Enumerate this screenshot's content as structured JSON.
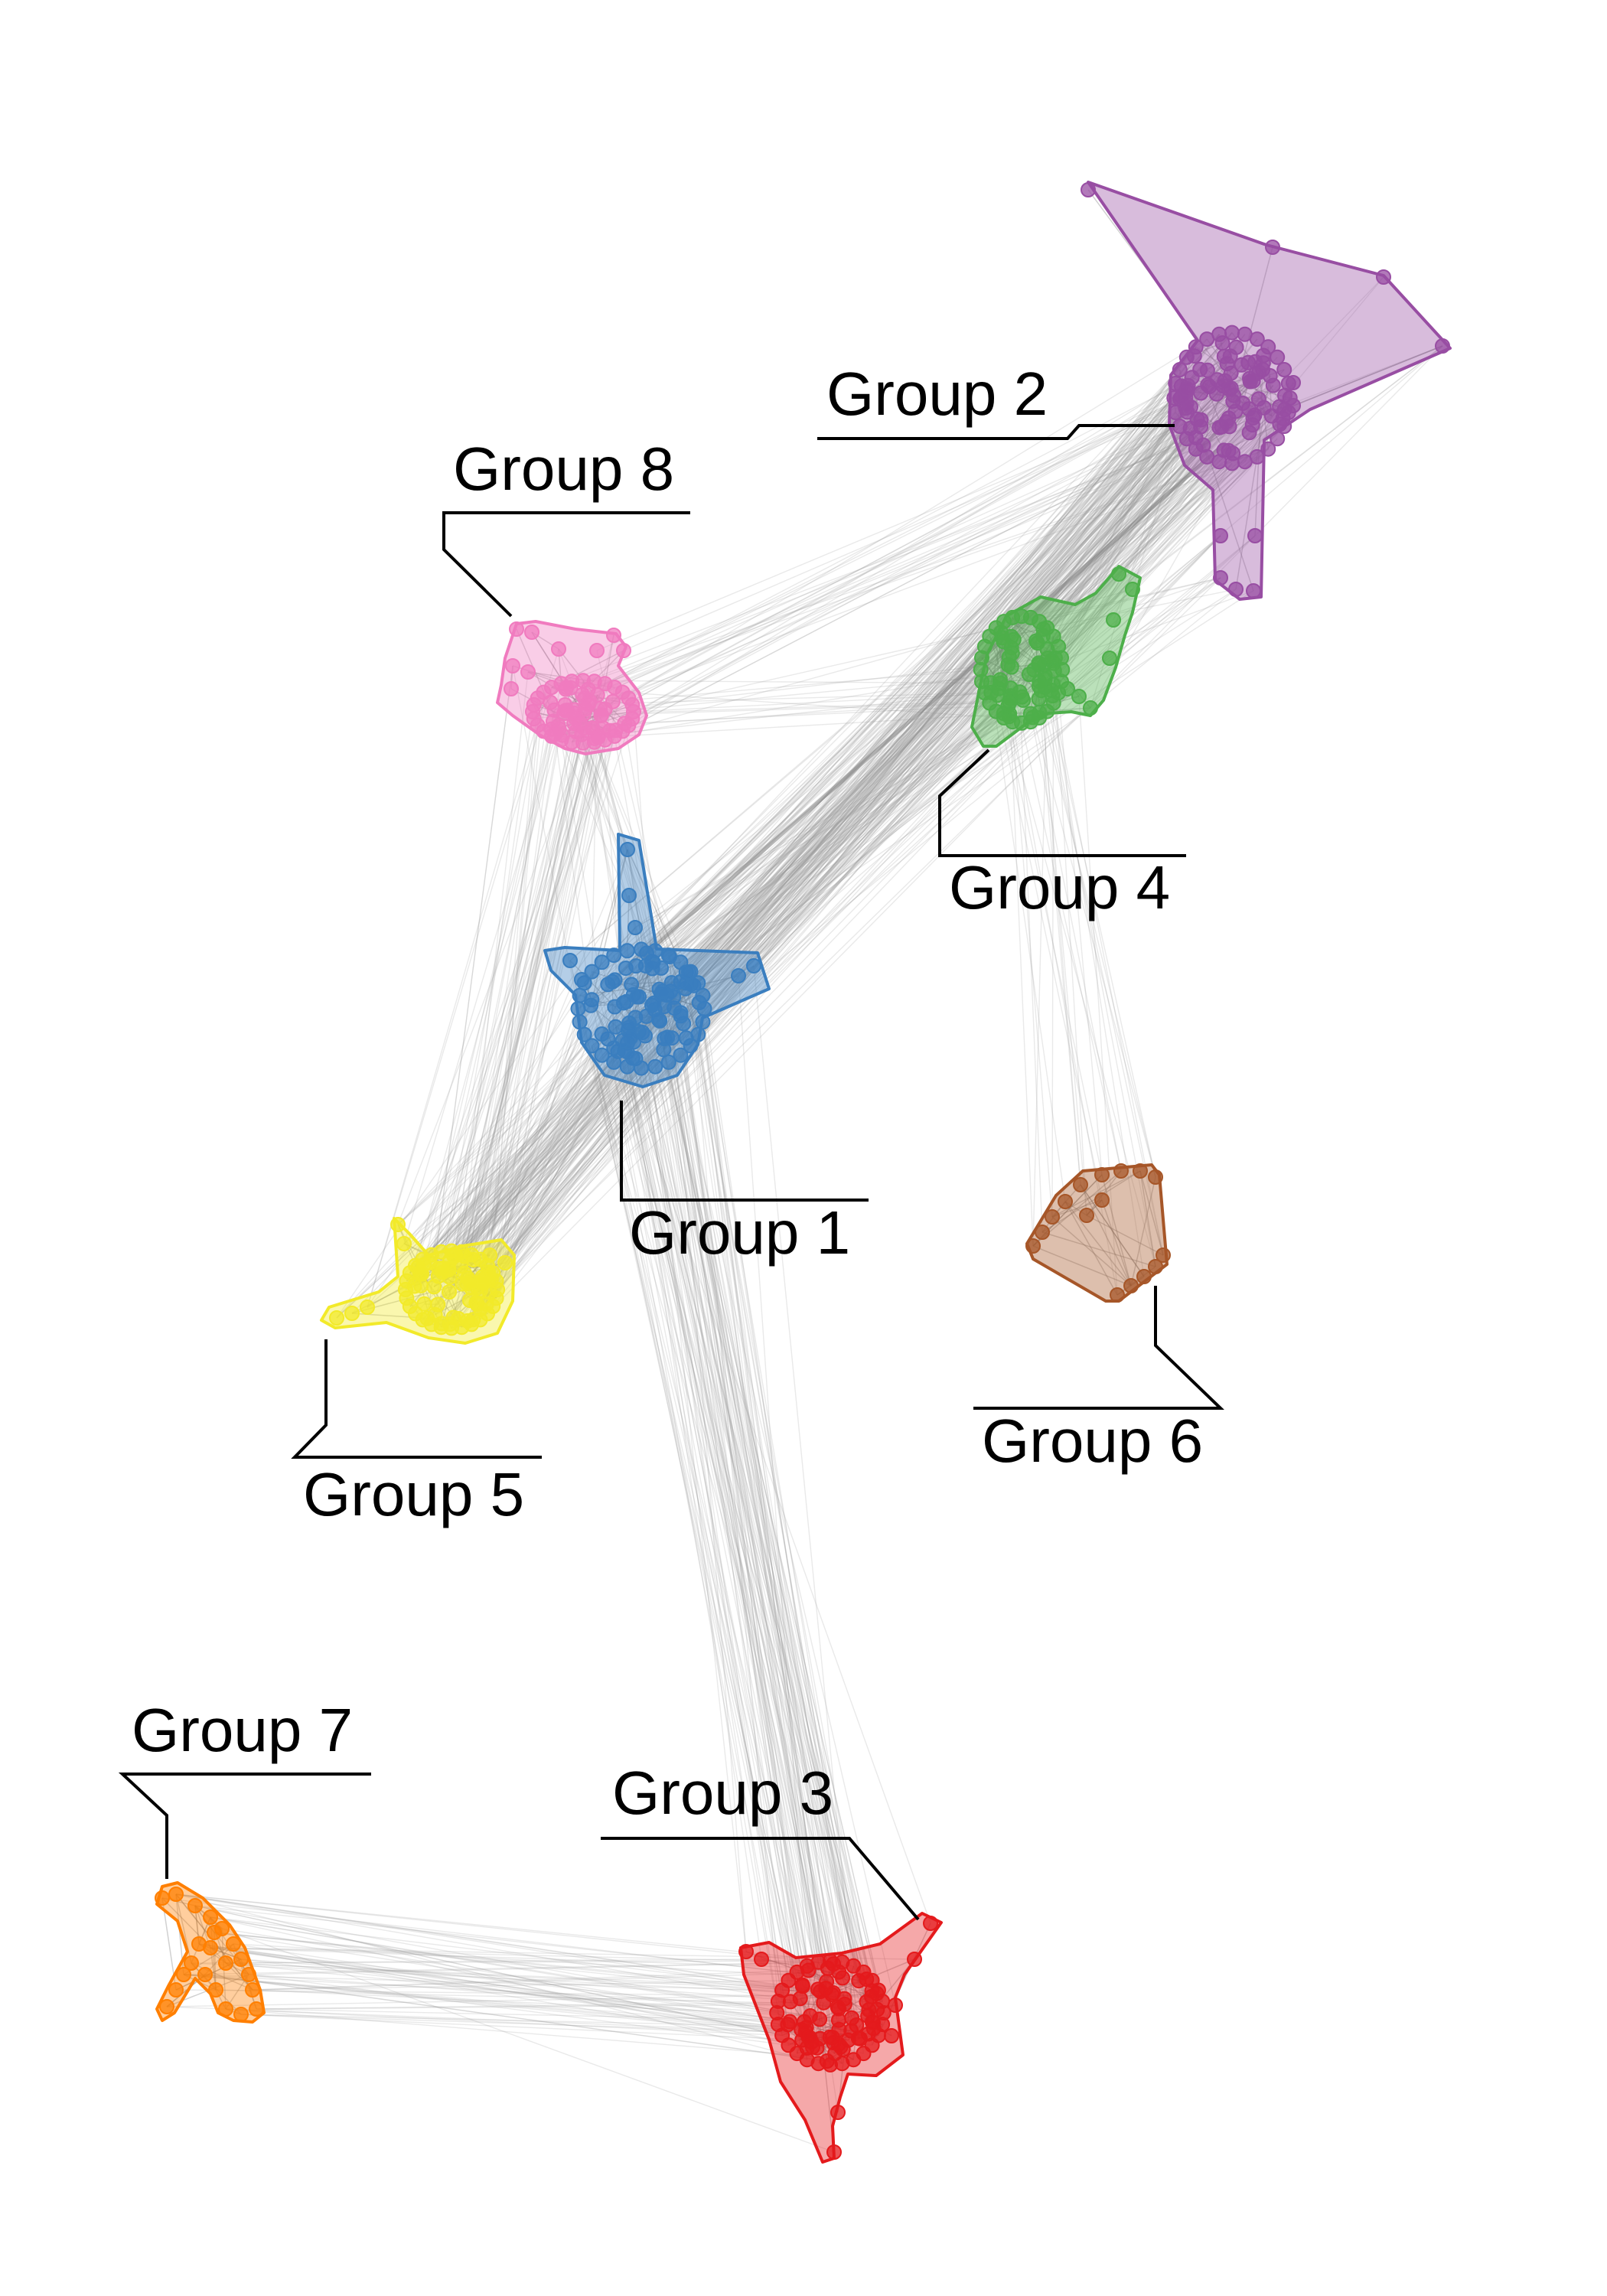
{
  "groups": [
    {
      "id": "g1",
      "label": "Group 1",
      "color": "#3a7ebf"
    },
    {
      "id": "g2",
      "label": "Group 2",
      "color": "#984ea3"
    },
    {
      "id": "g3",
      "label": "Group 3",
      "color": "#e41a1c"
    },
    {
      "id": "g4",
      "label": "Group 4",
      "color": "#4daf4a"
    },
    {
      "id": "g5",
      "label": "Group 5",
      "color": "#f2ea2a"
    },
    {
      "id": "g6",
      "label": "Group 6",
      "color": "#a65628"
    },
    {
      "id": "g7",
      "label": "Group 7",
      "color": "#ff7f00"
    },
    {
      "id": "g8",
      "label": "Group 8",
      "color": "#f07bbf"
    }
  ],
  "edge_color": "#9a9a9a"
}
